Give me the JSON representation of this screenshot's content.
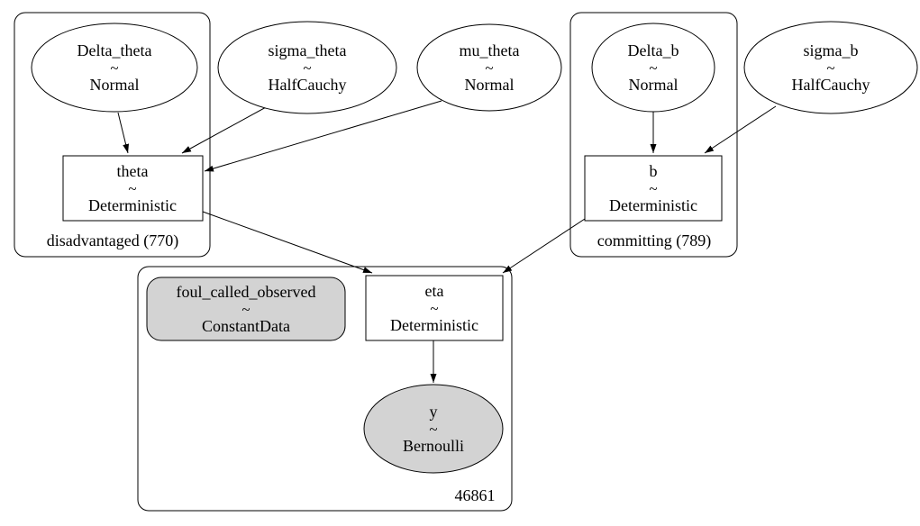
{
  "colors": {
    "background": "#ffffff",
    "stroke": "#000000",
    "node_fill": "#ffffff",
    "observed_fill": "#d3d3d3"
  },
  "plates": {
    "disadvantaged": {
      "label": "disadvantaged (770)"
    },
    "committing": {
      "label": "committing (789)"
    },
    "observations": {
      "label": "46861"
    }
  },
  "nodes": {
    "delta_theta": {
      "name": "Delta_theta",
      "relation": "~",
      "distribution": "Normal"
    },
    "sigma_theta": {
      "name": "sigma_theta",
      "relation": "~",
      "distribution": "HalfCauchy"
    },
    "mu_theta": {
      "name": "mu_theta",
      "relation": "~",
      "distribution": "Normal"
    },
    "delta_b": {
      "name": "Delta_b",
      "relation": "~",
      "distribution": "Normal"
    },
    "sigma_b": {
      "name": "sigma_b",
      "relation": "~",
      "distribution": "HalfCauchy"
    },
    "theta": {
      "name": "theta",
      "relation": "~",
      "distribution": "Deterministic"
    },
    "b": {
      "name": "b",
      "relation": "~",
      "distribution": "Deterministic"
    },
    "foul_called_observed": {
      "name": "foul_called_observed",
      "relation": "~",
      "distribution": "ConstantData"
    },
    "eta": {
      "name": "eta",
      "relation": "~",
      "distribution": "Deterministic"
    },
    "y": {
      "name": "y",
      "relation": "~",
      "distribution": "Bernoulli"
    }
  },
  "edges": [
    {
      "from": "Delta_theta",
      "to": "theta"
    },
    {
      "from": "sigma_theta",
      "to": "theta"
    },
    {
      "from": "mu_theta",
      "to": "theta"
    },
    {
      "from": "Delta_b",
      "to": "b"
    },
    {
      "from": "sigma_b",
      "to": "b"
    },
    {
      "from": "theta",
      "to": "eta"
    },
    {
      "from": "b",
      "to": "eta"
    },
    {
      "from": "eta",
      "to": "y"
    }
  ]
}
